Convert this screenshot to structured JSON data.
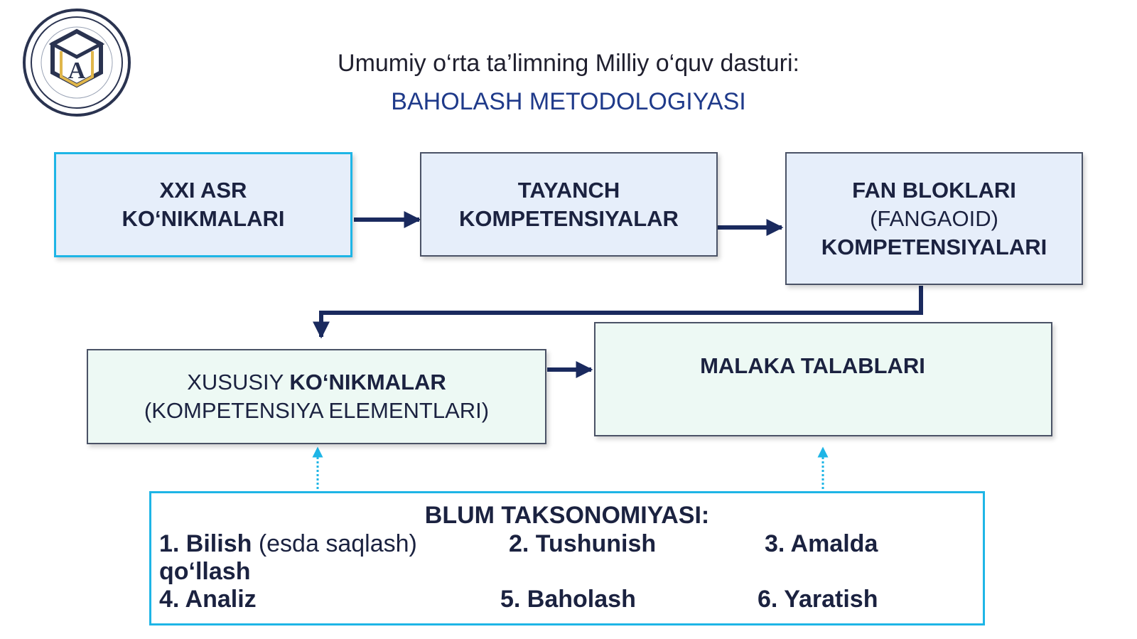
{
  "header": {
    "title": "Umumiy o‘rta ta’limning Milliy o‘quv dasturi:",
    "subtitle": "BAHOLASH METODOLOGIYASI"
  },
  "logo": {
    "icon": "academy-seal-icon",
    "letter": "A"
  },
  "boxes": {
    "xxi": {
      "line1": "XXI ASR",
      "line2": "KO‘NIKMALARI"
    },
    "tayanch": {
      "line1": "TAYANCH",
      "line2": "KOMPETENSIYALAR"
    },
    "fan": {
      "line1": "FAN BLOKLARI",
      "line2": "(FANGAOID)",
      "line3": "KOMPETENSIYALARI"
    },
    "xususiy": {
      "line1_normal": "XUSUSIY ",
      "line1_bold": "KO‘NIKMALAR",
      "line2": "(KOMPETENSIYA ELEMENTLARI)"
    },
    "malaka": {
      "line1": "MALAKA TALABLARI"
    }
  },
  "blum": {
    "title": "BLUM TAKSONOMIYASI:",
    "item1_bold": "1. Bilish",
    "item1_normal": " (esda saqlash)",
    "item2": "2. Tushunish",
    "item3_line1": "3. Amalda",
    "item3_line2": "qo‘llash",
    "item4": "4. Analiz",
    "item5": "5. Baholash",
    "item6": "6. Yaratish"
  },
  "colors": {
    "accent_cyan": "#1eb5e6",
    "arrow_navy": "#1a2a5e",
    "box_blue": "#e6eefa",
    "box_green": "#edf9f4",
    "subtitle_blue": "#1f3a8a"
  }
}
